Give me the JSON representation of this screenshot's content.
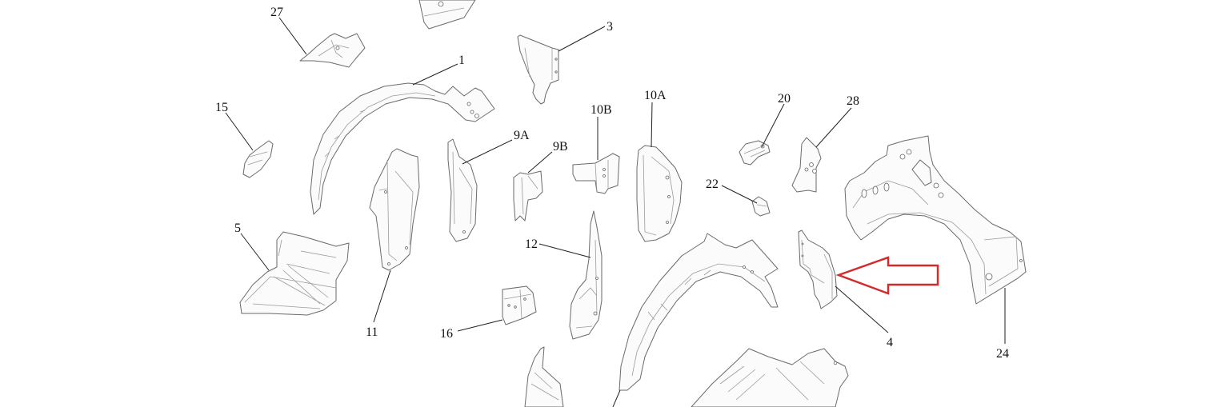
{
  "diagram": {
    "type": "exploded-parts-diagram",
    "subject": "vehicle wheelhouse / inner fender panels",
    "callouts": [
      {
        "id": "27",
        "label": "27"
      },
      {
        "id": "1",
        "label": "1"
      },
      {
        "id": "3",
        "label": "3"
      },
      {
        "id": "15",
        "label": "15"
      },
      {
        "id": "9A",
        "label": "9A"
      },
      {
        "id": "9B",
        "label": "9B"
      },
      {
        "id": "10B",
        "label": "10B"
      },
      {
        "id": "10A",
        "label": "10A"
      },
      {
        "id": "20",
        "label": "20"
      },
      {
        "id": "28",
        "label": "28"
      },
      {
        "id": "22",
        "label": "22"
      },
      {
        "id": "5",
        "label": "5"
      },
      {
        "id": "11",
        "label": "11"
      },
      {
        "id": "12",
        "label": "12"
      },
      {
        "id": "16",
        "label": "16"
      },
      {
        "id": "4",
        "label": "4"
      },
      {
        "id": "24",
        "label": "24"
      }
    ],
    "highlight": {
      "target_part": "4",
      "color": "#d42a2a",
      "shape": "arrow-pointing-left"
    }
  }
}
